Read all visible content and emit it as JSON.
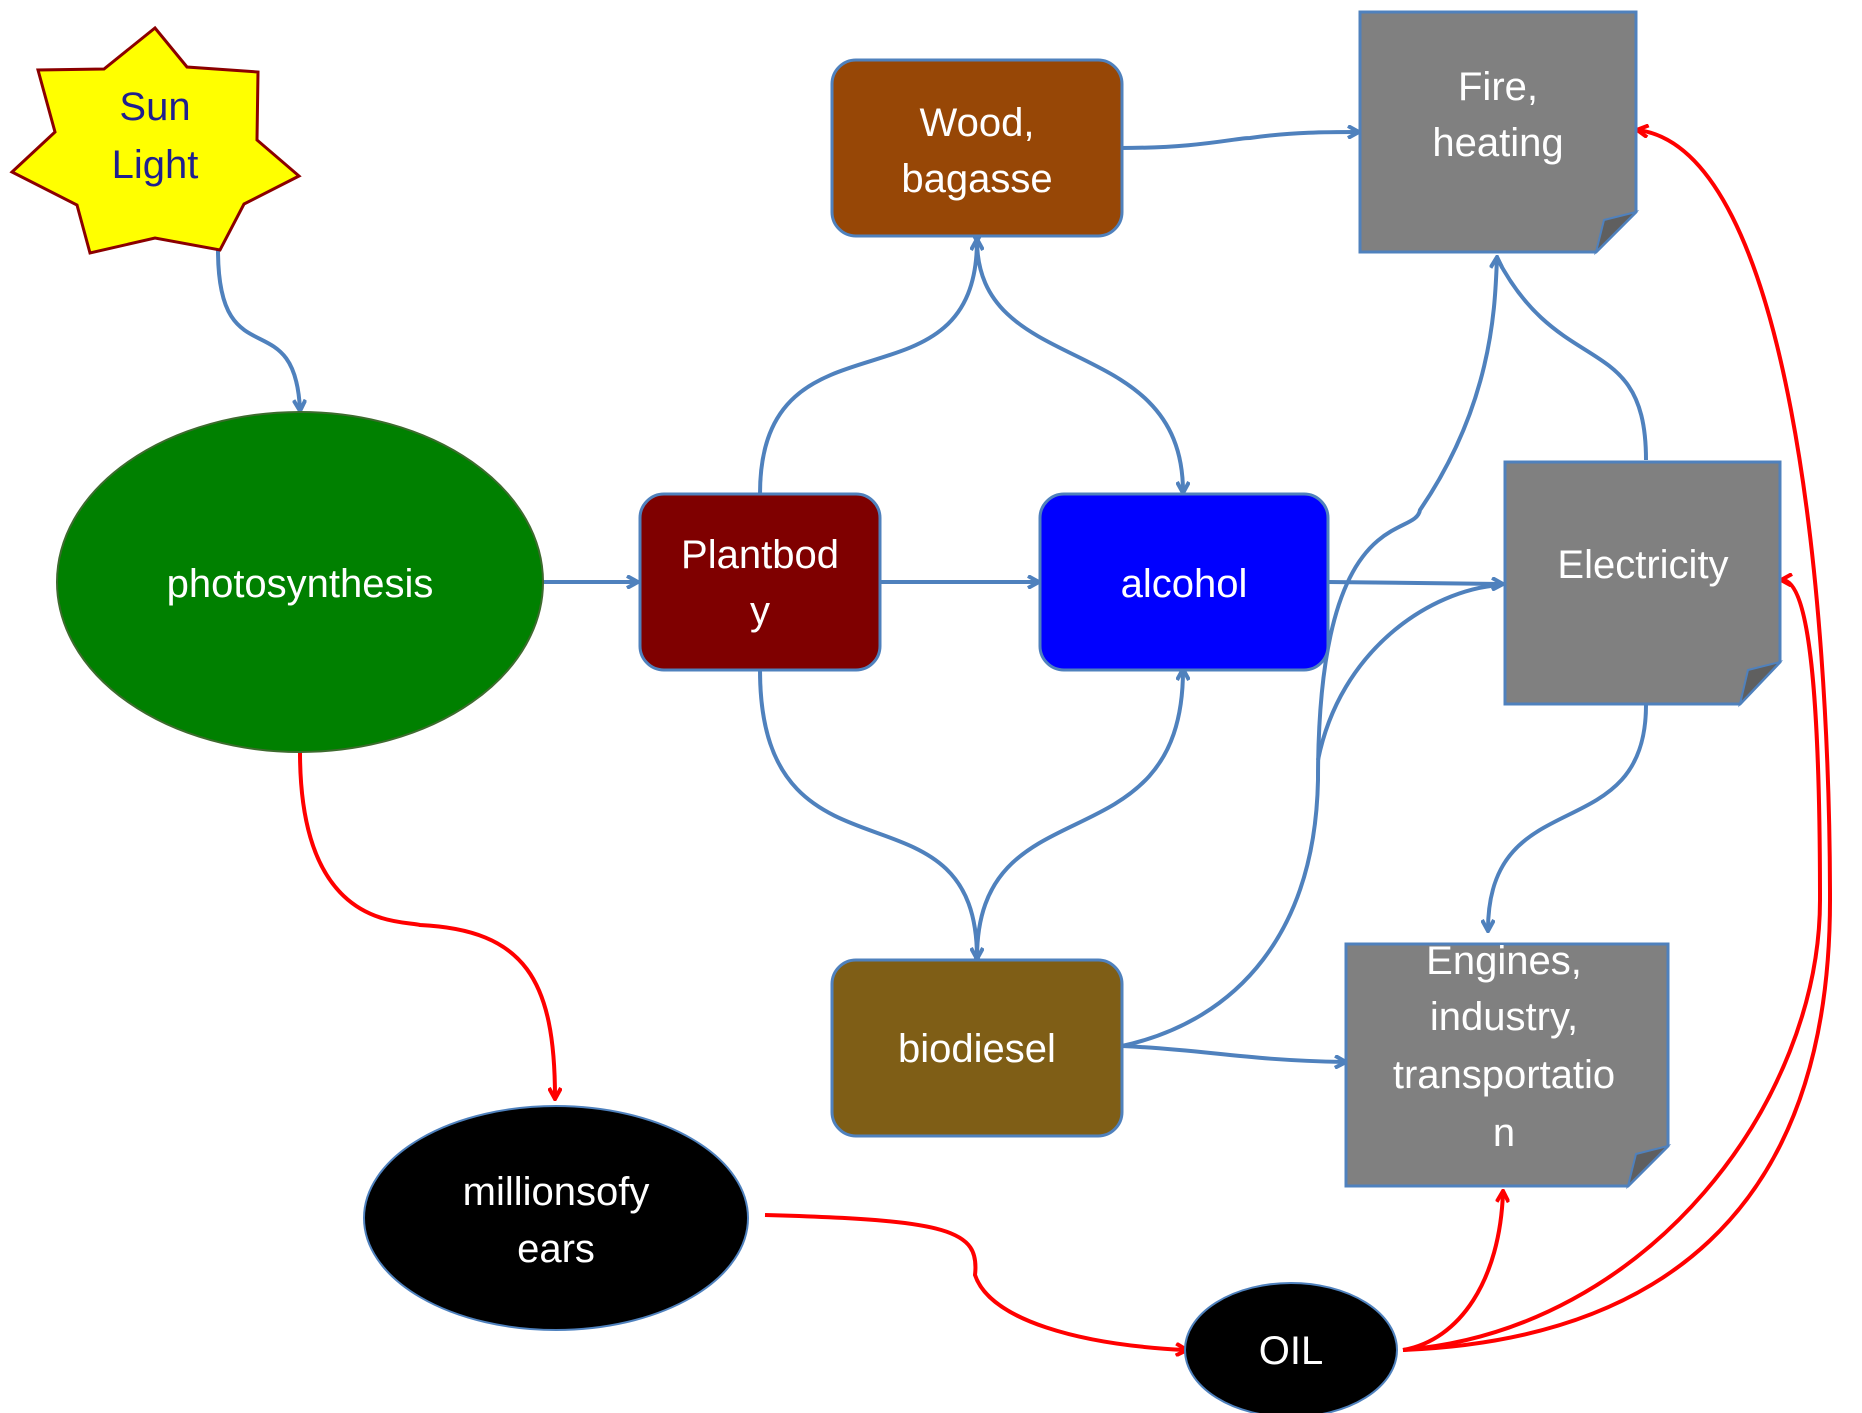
{
  "colors": {
    "flow_blue": "#4f81bd",
    "flow_red": "#ff0000",
    "sun_fill": "#ffff00",
    "sun_stroke": "#8b0000",
    "sun_text": "#1f1f8f",
    "photosynthesis": "#008000",
    "plantbody": "#7f0000",
    "wood": "#974706",
    "alcohol": "#0000ff",
    "biodiesel": "#7f5e16",
    "output_gray": "#808080",
    "fossil_black": "#000000",
    "text_light": "#ffffff"
  },
  "nodes": {
    "sun": {
      "line1": "Sun",
      "line2": "Light"
    },
    "photosynthesis": {
      "label": "photosynthesis"
    },
    "plantbody": {
      "line1": "Plantbod",
      "line2": "y"
    },
    "wood": {
      "line1": "Wood,",
      "line2": "bagasse"
    },
    "alcohol": {
      "label": "alcohol"
    },
    "biodiesel": {
      "label": "biodiesel"
    },
    "fire": {
      "line1": "Fire,",
      "line2": "heating"
    },
    "electricity": {
      "label": "Electricity"
    },
    "engines": {
      "line1": "Engines,",
      "line2": "industry,",
      "line3": "transportatio",
      "line4": "n"
    },
    "millions": {
      "line1": "millionsofy",
      "line2": "ears"
    },
    "oil": {
      "label": "OIL"
    }
  }
}
